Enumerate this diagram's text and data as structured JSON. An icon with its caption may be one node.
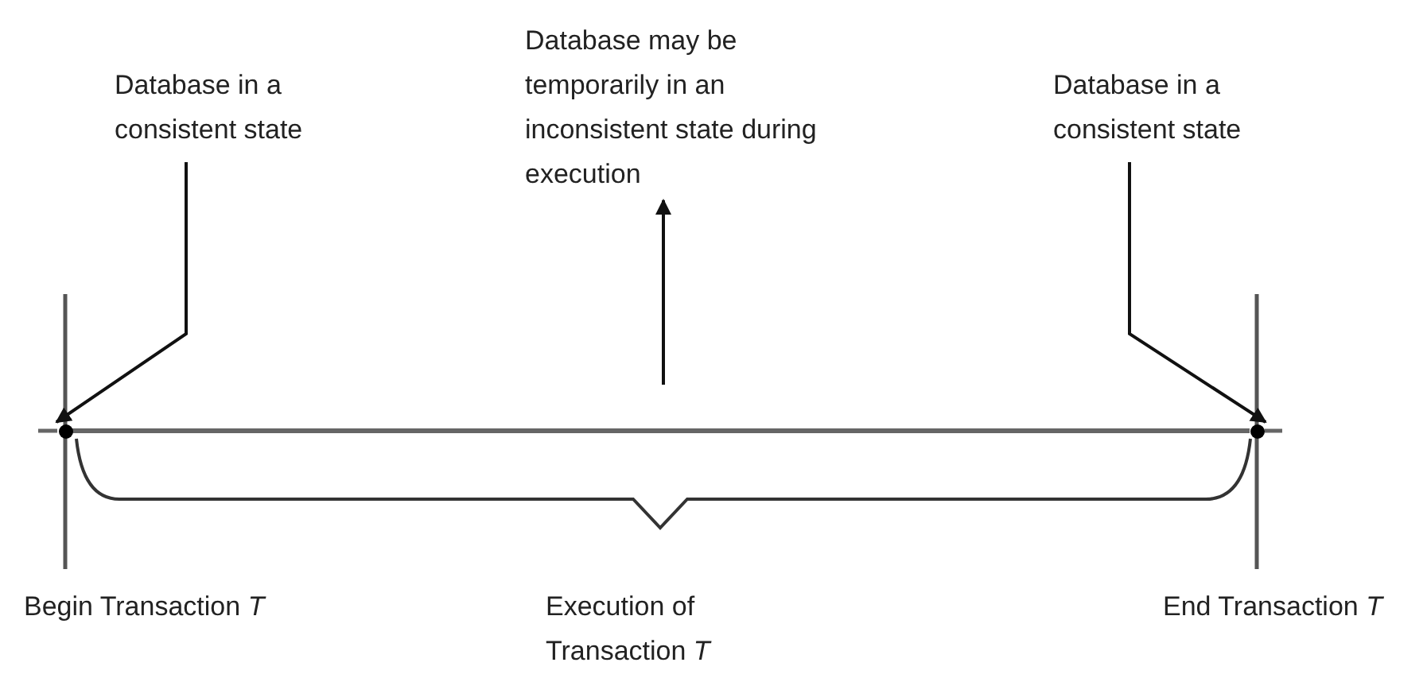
{
  "diagram": {
    "nodes": [
      {
        "text": [
          "Database in a consistent state"
        ]
      },
      {
        "text": [
          "Database may be temporarily in an inconsistent state during execution"
        ]
      },
      {
        "text": [
          "Database in a consistent state"
        ]
      },
      {
        "text": [],
        "shape": "circle"
      },
      {
        "text": [],
        "shape": "circle"
      }
    ],
    "edges": [
      {
        "from": 0,
        "to": 3,
        "arrow": "to"
      },
      {
        "from": null,
        "to": 1,
        "arrow": "to"
      },
      {
        "from": 2,
        "to": 4,
        "arrow": "to"
      },
      {
        "from": 3,
        "to": 4,
        "arrow": "none"
      }
    ],
    "labels": [
      "Begin Transaction *T*",
      "Execution of Transaction *T*",
      "End Transaction *T*"
    ]
  }
}
